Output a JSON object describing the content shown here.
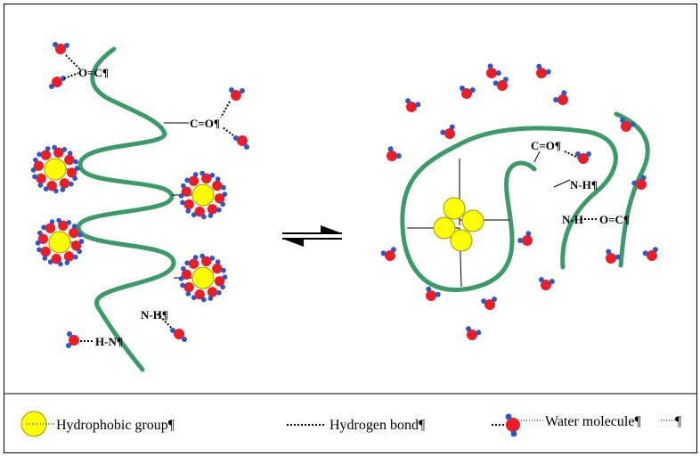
{
  "colors": {
    "chain": "#3a9a68",
    "hydrophobic_fill": "#ffff00",
    "hydrophobic_stroke": "#9a9a00",
    "oxygen": "#ee1c24",
    "hydrogen": "#2f56c8",
    "bond": "#000000",
    "frame": "#000000"
  },
  "left": {
    "labels": {
      "co_top": "O=C¶",
      "co_right": "C=O¶",
      "nh_lower": "N-H¶",
      "hn_bottom": "H-N¶"
    }
  },
  "right": {
    "labels": {
      "co": "C=O¶",
      "nh_upper": "N-H¶",
      "nh_lower": "N-H",
      "oc": "O=C¶"
    }
  },
  "legend": {
    "hydrophobic": "Hydrophobic group¶",
    "hbond": "Hydrogen bond¶",
    "water": "Water molecule¶",
    "water_tail": "¶"
  },
  "icons": {
    "equilibrium": "equilibrium-arrows-icon"
  }
}
